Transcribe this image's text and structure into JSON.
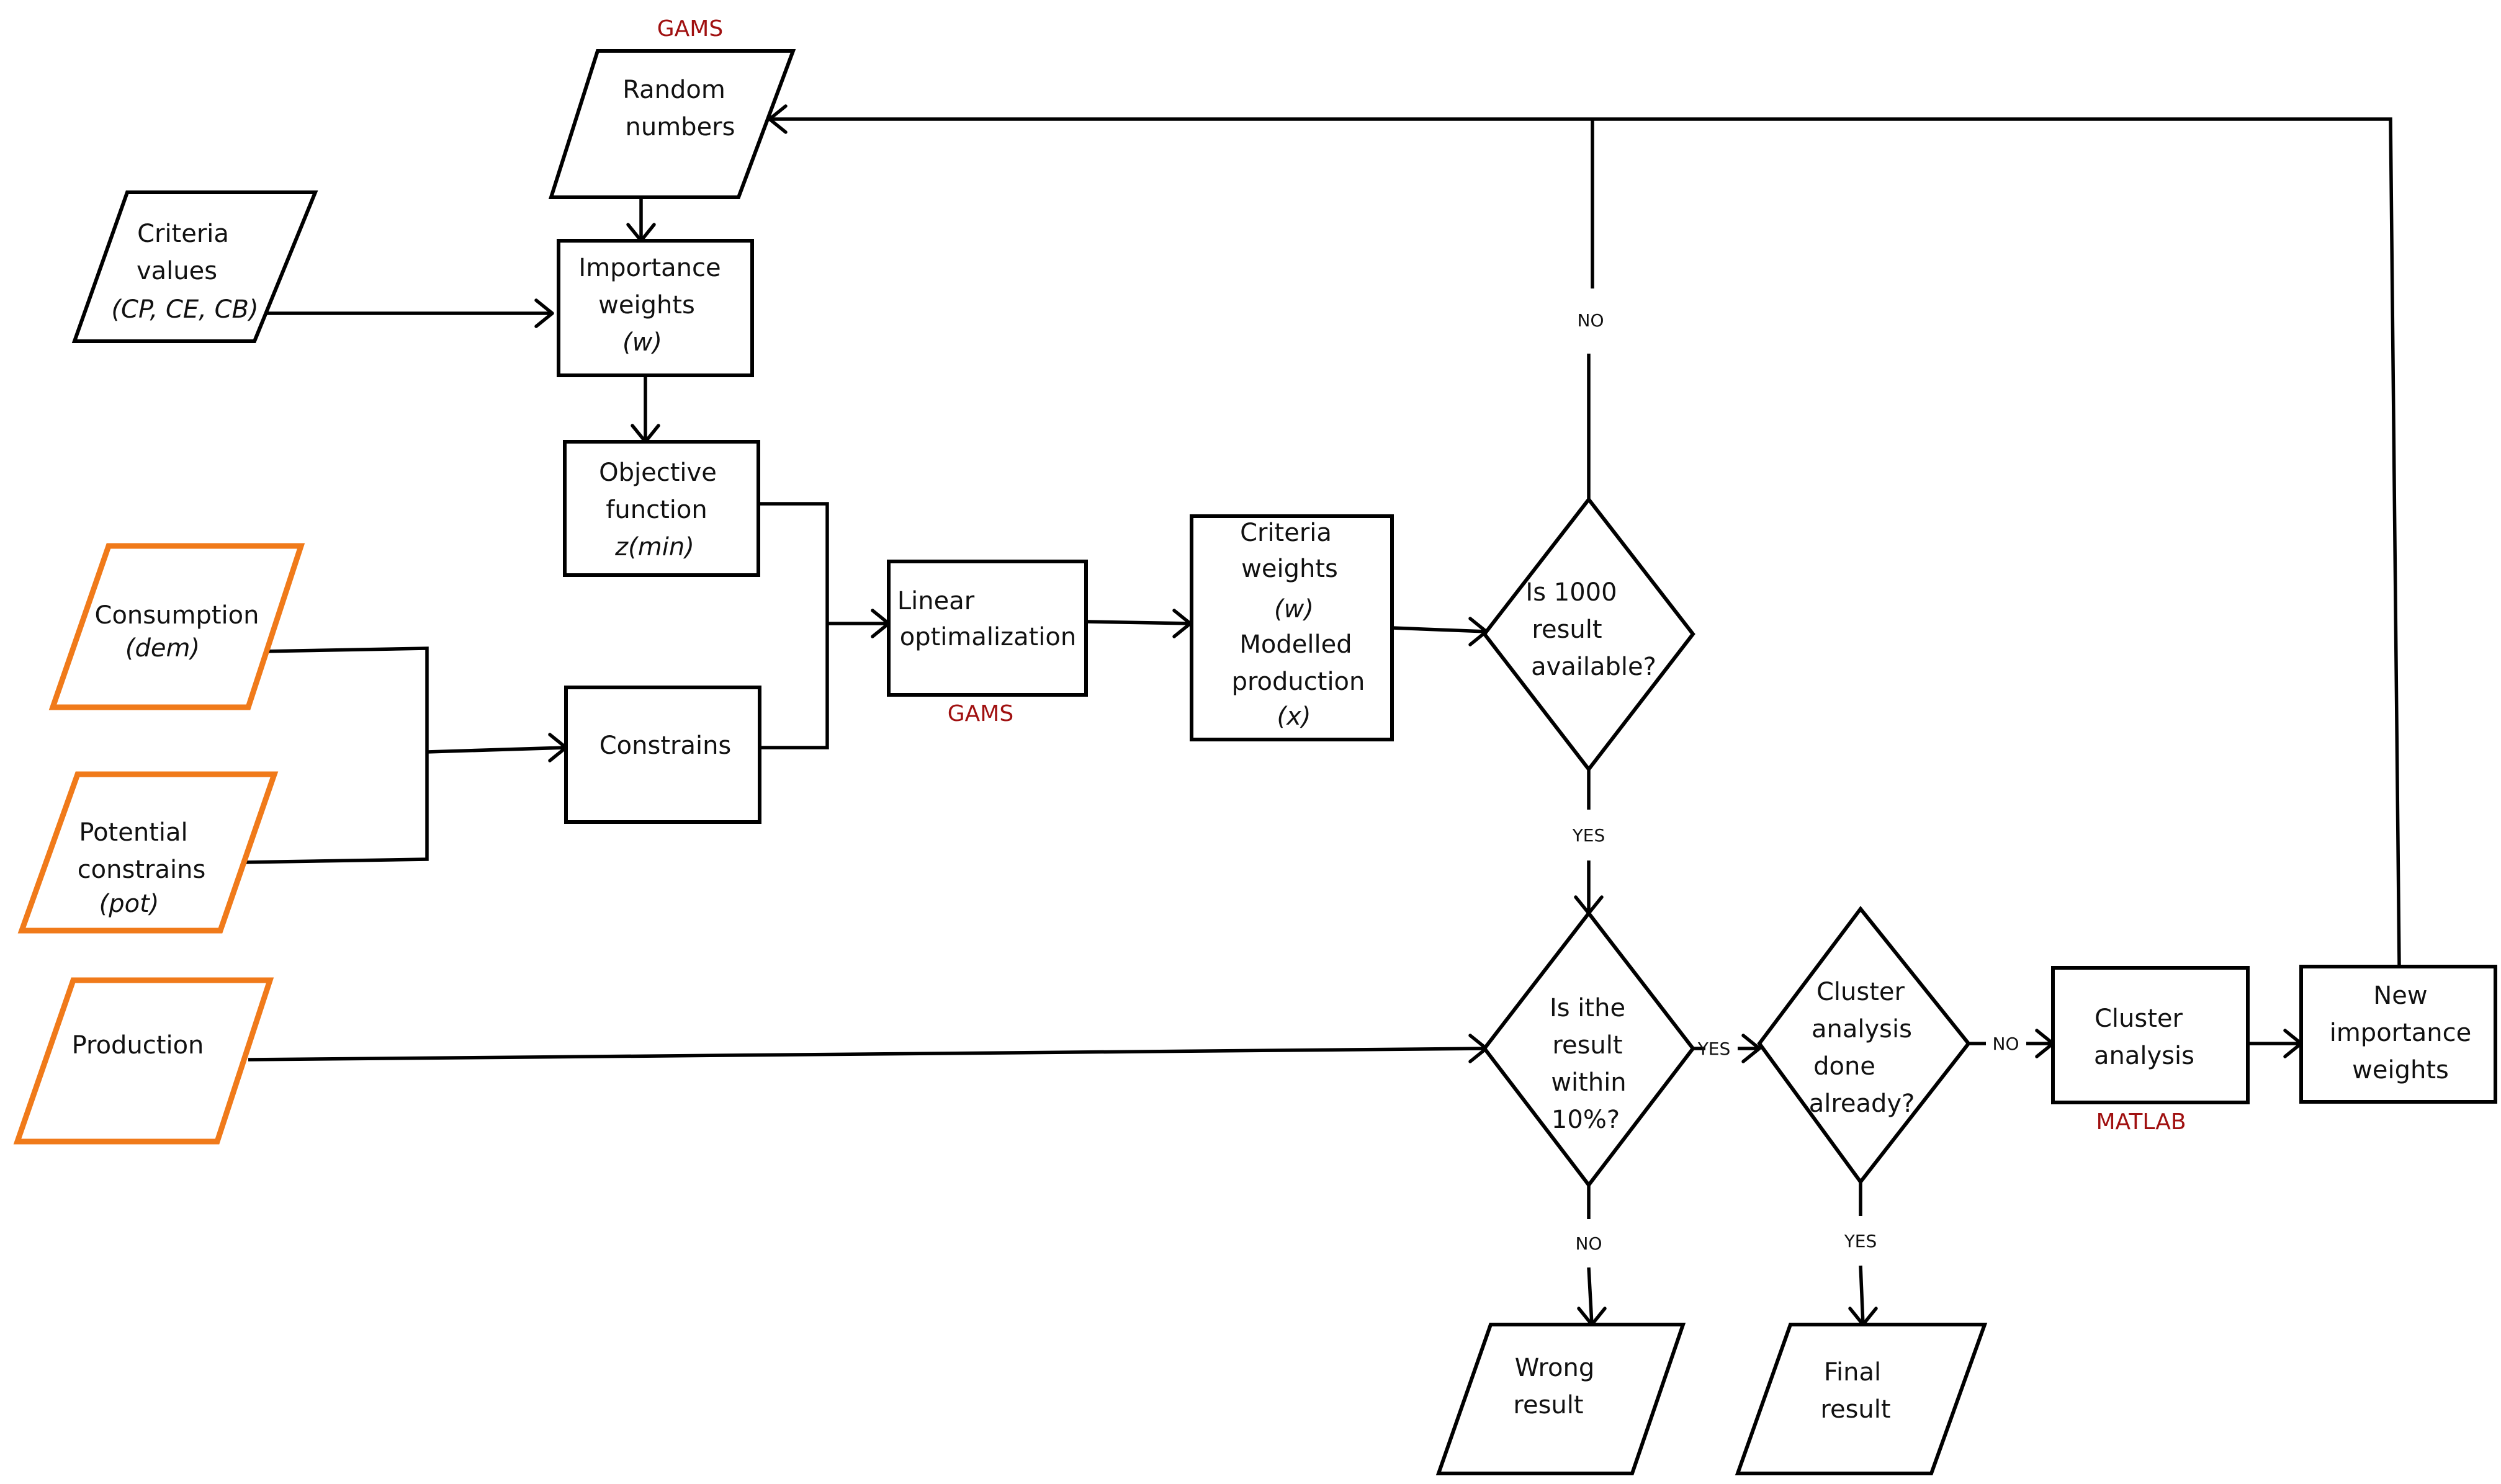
{
  "nodes": {
    "random_numbers": [
      "Random",
      "numbers"
    ],
    "criteria_values": [
      "Criteria",
      "values",
      "(CP, CE, CB)"
    ],
    "importance_weights": [
      "Importance",
      "weights",
      "(w)"
    ],
    "objective_function": [
      "Objective",
      "function",
      "z(min)"
    ],
    "consumption": [
      "Consumption",
      "(dem)"
    ],
    "potential_constrains": [
      "Potential",
      "constrains",
      "(pot)"
    ],
    "constrains": "Constrains",
    "production": "Production",
    "linear_optimalization": [
      "Linear",
      "optimalization"
    ],
    "criteria_weights": [
      "Criteria",
      "weights",
      "(w)",
      "Modelled",
      "production",
      "(x)"
    ],
    "is_1000": [
      "Is 1000",
      "result",
      "available?"
    ],
    "is_within": [
      "Is ithe",
      "result",
      "within",
      "10%?"
    ],
    "cluster_done": [
      "Cluster",
      "analysis",
      "done",
      "already?"
    ],
    "cluster_analysis": [
      "Cluster",
      "analysis"
    ],
    "new_weights": [
      "New",
      "importance",
      "weights"
    ],
    "wrong_result": [
      "Wrong",
      "result"
    ],
    "final_result": [
      "Final",
      "result"
    ]
  },
  "tools": {
    "gams_top": "GAMS",
    "gams_linear": "GAMS",
    "matlab": "MATLAB"
  },
  "edges": {
    "no_top": "NO",
    "yes_1000": "YES",
    "yes_within": "YES",
    "no_cluster": "NO",
    "no_within": "NO",
    "yes_cluster": "YES"
  },
  "colors": {
    "input_border": "#f07a1a",
    "tool_label": "#a01010",
    "stroke": "#000000"
  }
}
